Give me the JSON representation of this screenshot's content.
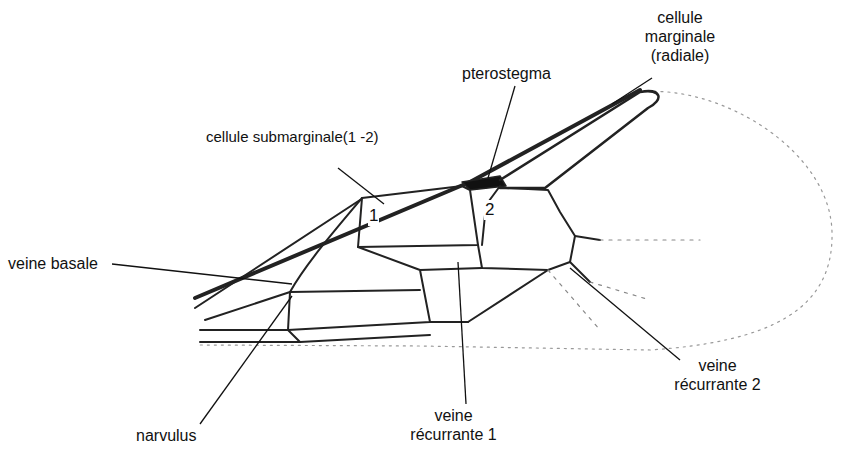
{
  "diagram": {
    "labels": [
      "cellule marginale (radiale)",
      "pterostegma",
      "cellule submarginale(1 -2)",
      "1",
      "2",
      "veine basale",
      "narvulus",
      "veine récurrante 1",
      "veine récurrante 2"
    ]
  }
}
